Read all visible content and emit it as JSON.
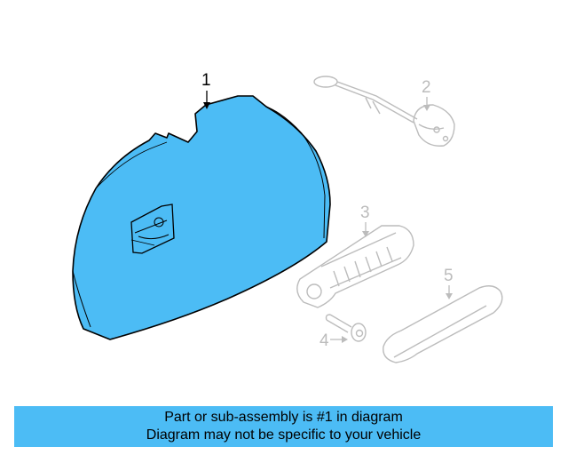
{
  "colors": {
    "highlight_part": "#4cbcf5",
    "faded_part_line": "#bcbcbc",
    "outline": "#000000",
    "banner": "#4cbcf5"
  },
  "callouts": [
    {
      "label": "1",
      "highlighted": true
    },
    {
      "label": "2",
      "highlighted": false
    },
    {
      "label": "3",
      "highlighted": false
    },
    {
      "label": "4",
      "highlighted": false
    },
    {
      "label": "5",
      "highlighted": false
    }
  ],
  "banner": {
    "line1": "Part or sub-assembly is #1 in diagram",
    "line2": "Diagram may not be specific to your vehicle"
  }
}
